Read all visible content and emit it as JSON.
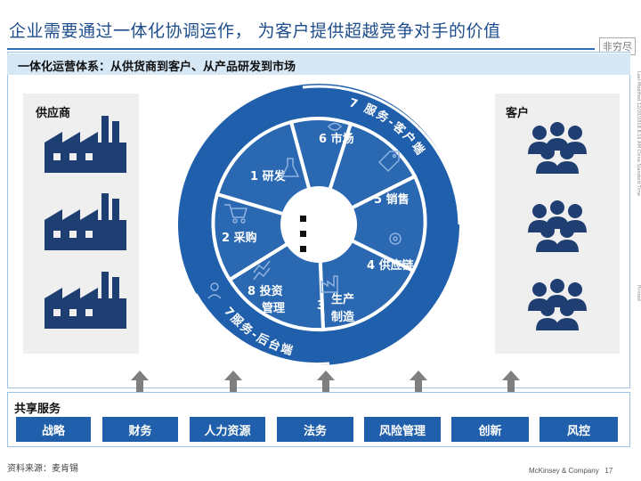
{
  "slide": {
    "title": "企业需要通过一体化协调运作， 为客户提供超越竞争对手的价值",
    "stamp": "非穷尽",
    "page_number": "17",
    "brand": "McKinsey & Company",
    "source": "资料来源：麦肯锡"
  },
  "system": {
    "title": "一体化运营体系：从供货商到客户、从产品研发到市场",
    "supplier_label": "供应商",
    "customer_label": "客户",
    "timestamp_note": "Last Modified 12/20/2018 8:16 AM China Standard Time",
    "printed_note": "Printed"
  },
  "wheel": {
    "outer_top_label": "7 服务-客户端",
    "outer_bottom_label": "7服务-后台端",
    "segments": [
      {
        "label": "1 研发"
      },
      {
        "label": "6 市场"
      },
      {
        "label": "5 销售"
      },
      {
        "label": "4 供应链"
      },
      {
        "label_line1": "3",
        "label_line2": "生产",
        "label_line3": "制造"
      },
      {
        "label_line1": "8 投资",
        "label_line2": "管理"
      },
      {
        "label": "2 采购"
      }
    ]
  },
  "shared_services": {
    "title": "共享服务",
    "items": [
      "战略",
      "财务",
      "人力资源",
      "法务",
      "风险管理",
      "创新",
      "风控"
    ]
  },
  "colors": {
    "primary_blue": "#1f5fab",
    "segment_blue": "#2a68b2",
    "light_panel": "#efefef",
    "header_blue": "#d6e7f6"
  }
}
